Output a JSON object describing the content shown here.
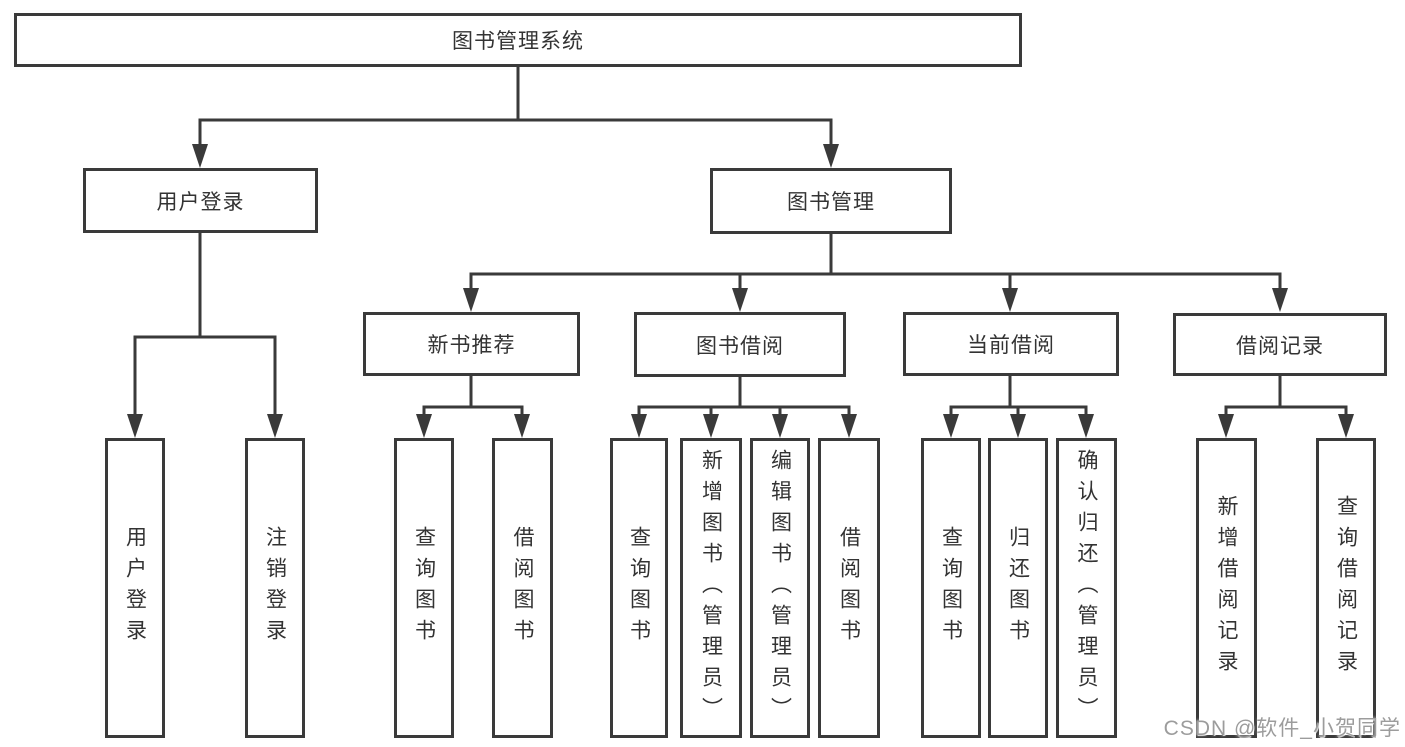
{
  "diagram": {
    "root": {
      "label": "图书管理系统"
    },
    "level2": [
      {
        "id": "user-login",
        "label": "用户登录"
      },
      {
        "id": "book-management",
        "label": "图书管理"
      }
    ],
    "level3": [
      {
        "id": "new-book-recommend",
        "label": "新书推荐",
        "parent": "book-management"
      },
      {
        "id": "book-borrow",
        "label": "图书借阅",
        "parent": "book-management"
      },
      {
        "id": "current-borrow",
        "label": "当前借阅",
        "parent": "book-management"
      },
      {
        "id": "borrow-records",
        "label": "借阅记录",
        "parent": "book-management"
      }
    ],
    "leaves": [
      {
        "id": "leaf-user-login",
        "label": "用户登录",
        "parent": "user-login"
      },
      {
        "id": "leaf-logout",
        "label": "注销登录",
        "parent": "user-login"
      },
      {
        "id": "leaf-query-book-recommend",
        "label": "查询图书",
        "parent": "new-book-recommend"
      },
      {
        "id": "leaf-borrow-book-recommend",
        "label": "借阅图书",
        "parent": "new-book-recommend"
      },
      {
        "id": "leaf-query-book-borrow",
        "label": "查询图书",
        "parent": "book-borrow"
      },
      {
        "id": "leaf-add-book-admin",
        "label": "新增图书（管理员）",
        "parent": "book-borrow"
      },
      {
        "id": "leaf-edit-book-admin",
        "label": "编辑图书（管理员）",
        "parent": "book-borrow"
      },
      {
        "id": "leaf-borrow-book",
        "label": "借阅图书",
        "parent": "book-borrow"
      },
      {
        "id": "leaf-query-book-current",
        "label": "查询图书",
        "parent": "current-borrow"
      },
      {
        "id": "leaf-return-book",
        "label": "归还图书",
        "parent": "current-borrow"
      },
      {
        "id": "leaf-confirm-return-admin",
        "label": "确认归还（管理员）",
        "parent": "current-borrow"
      },
      {
        "id": "leaf-add-borrow-record",
        "label": "新增借阅记录",
        "parent": "borrow-records"
      },
      {
        "id": "leaf-query-borrow-record",
        "label": "查询借阅记录",
        "parent": "borrow-records"
      }
    ]
  },
  "watermark": {
    "text": "CSDN @软件_小贺同学"
  },
  "colors": {
    "line": "#3a3a3a",
    "border": "#3a3a3a",
    "text": "#333333",
    "watermark": "#9c9c9c",
    "background": "#ffffff"
  }
}
